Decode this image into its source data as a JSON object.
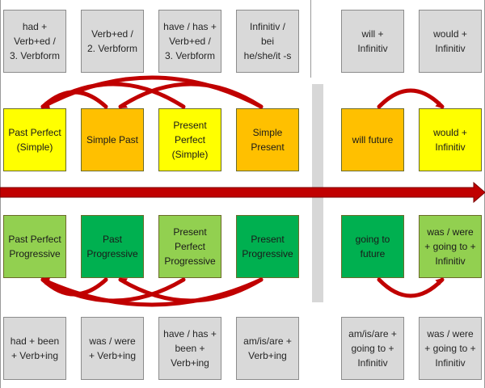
{
  "colors": {
    "formula_fill": "#d9d9d9",
    "yellow": "#ffff00",
    "orange": "#ffc000",
    "light_green": "#92d050",
    "dark_green": "#00b050",
    "arrow": "#c00000",
    "divider": "#d7d7d7"
  },
  "top_formulas": [
    {
      "id": "had-verbed",
      "text": "had +\nVerb+ed /\n3. Verbform"
    },
    {
      "id": "verbed",
      "text": "Verb+ed /\n2. Verbform"
    },
    {
      "id": "have-has-verbed",
      "text": "have / has +\nVerb+ed /\n3. Verbform"
    },
    {
      "id": "infinitiv-s",
      "text": "Infinitiv /\nbei\nhe/she/it -s"
    },
    {
      "id": "will-infinitiv",
      "text": "will +\nInfinitiv"
    },
    {
      "id": "would-infinitiv",
      "text": "would +\nInfinitiv"
    }
  ],
  "simple_tenses": [
    {
      "id": "past-perfect-simple",
      "text": "Past Perfect\n(Simple)",
      "color": "yellow"
    },
    {
      "id": "simple-past",
      "text": "Simple Past",
      "color": "orange"
    },
    {
      "id": "present-perfect-simple",
      "text": "Present\nPerfect\n(Simple)",
      "color": "yellow"
    },
    {
      "id": "simple-present",
      "text": "Simple\nPresent",
      "color": "orange"
    },
    {
      "id": "will-future",
      "text": "will future",
      "color": "orange"
    },
    {
      "id": "would-infinitiv-tense",
      "text": "would +\nInfinitiv",
      "color": "yellow"
    }
  ],
  "progressive_tenses": [
    {
      "id": "past-perfect-progressive",
      "text": "Past Perfect\nProgressive",
      "color": "light_green"
    },
    {
      "id": "past-progressive",
      "text": "Past\nProgressive",
      "color": "dark_green"
    },
    {
      "id": "present-perfect-progressive",
      "text": "Present\nPerfect\nProgressive",
      "color": "light_green"
    },
    {
      "id": "present-progressive",
      "text": "Present\nProgressive",
      "color": "dark_green"
    },
    {
      "id": "going-to-future",
      "text": "going to\nfuture",
      "color": "dark_green"
    },
    {
      "id": "was-were-going-to",
      "text": "was / were\n+ going to +\nInfinitiv",
      "color": "light_green"
    }
  ],
  "bottom_formulas": [
    {
      "id": "had-been-verbing",
      "text": "had + been\n+ Verb+ing"
    },
    {
      "id": "was-were-verbing",
      "text": "was / were\n+ Verb+ing"
    },
    {
      "id": "have-has-been-verbing",
      "text": "have / has +\nbeen +\nVerb+ing"
    },
    {
      "id": "am-is-are-verbing",
      "text": "am/is/are +\nVerb+ing"
    },
    {
      "id": "am-is-are-going-to",
      "text": "am/is/are +\ngoing to +\nInfinitiv"
    },
    {
      "id": "was-were-going-to-formula",
      "text": "was / were\n+ going to +\nInfinitiv"
    }
  ],
  "arrows": [
    {
      "id": "arrow-simple-past-to-pp",
      "row": "top",
      "from": 1,
      "to": 0
    },
    {
      "id": "arrow-present-perfect-to-pp",
      "row": "top",
      "from": 2,
      "to": 0
    },
    {
      "id": "arrow-simple-present-to-past",
      "row": "top",
      "from": 3,
      "to": 1
    },
    {
      "id": "arrow-simple-present-to-pp",
      "row": "top",
      "from": 3,
      "to": 0
    },
    {
      "id": "arrow-will-to-would",
      "row": "top",
      "from": 4,
      "to": 5
    },
    {
      "id": "arrow-past-prog-to-ppp",
      "row": "bottom",
      "from": 1,
      "to": 0
    },
    {
      "id": "arrow-ppp-to-ppp",
      "row": "bottom",
      "from": 2,
      "to": 0
    },
    {
      "id": "arrow-present-prog-to-past-prog",
      "row": "bottom",
      "from": 3,
      "to": 1
    },
    {
      "id": "arrow-present-prog-to-ppp",
      "row": "bottom",
      "from": 3,
      "to": 0
    },
    {
      "id": "arrow-going-to-was-were",
      "row": "bottom",
      "from": 4,
      "to": 5
    }
  ]
}
